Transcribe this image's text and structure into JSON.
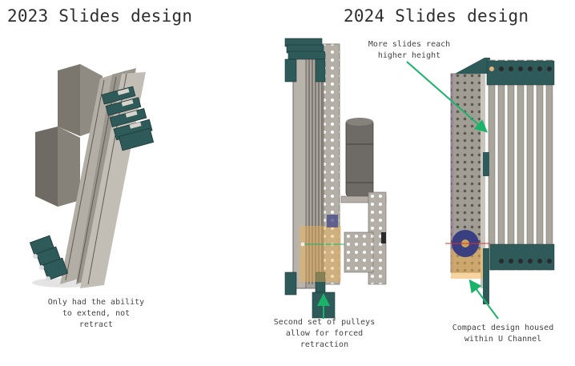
{
  "slide": {
    "left_title": "2023 Slides design",
    "right_title": "2024 Slides design",
    "annotations": {
      "only_extend": "Only had the ability\nto extend, not\nretract",
      "more_slides": "More slides reach\nhigher height",
      "second_pulleys": "Second set of pulleys\nallow for forced\nretraction",
      "compact_design": "Compact design housed\nwithin U Channel"
    },
    "colors": {
      "arrow": "#1bb36a",
      "aluminum": "#a9a59c",
      "aluminum_dark": "#6f6b64",
      "bearing_block": "#2f5a5a",
      "motor": "#6e6b66",
      "highlight_orange": "#f0b050",
      "pulley_blue": "#3a3f82"
    }
  }
}
